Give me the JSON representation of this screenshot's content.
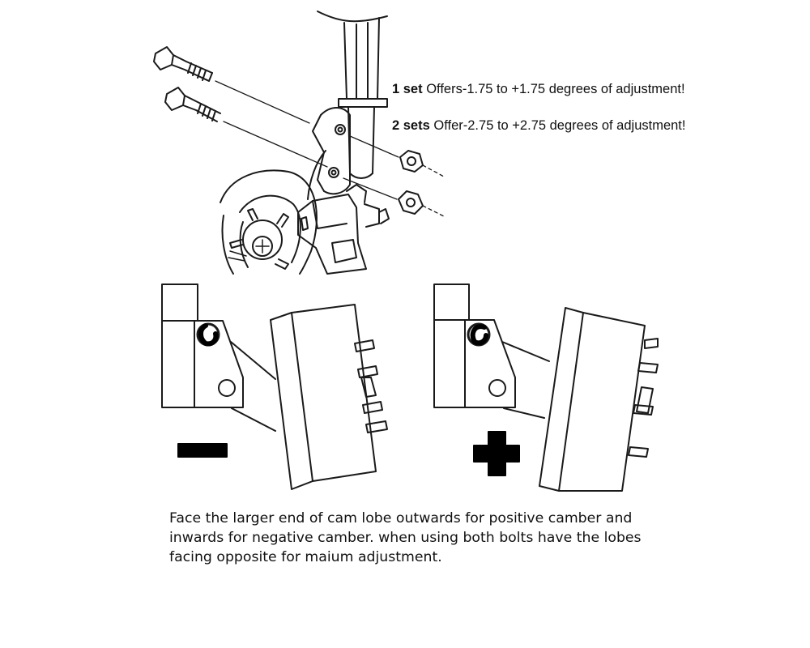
{
  "spec_lines": [
    {
      "count": "1 set",
      "text": " Offers-1.75 to +1.75 degrees of adjustment!"
    },
    {
      "count": "2 sets",
      "text": " Offer-2.75 to +2.75 degrees of adjustment!"
    }
  ],
  "caption_lines": [
    "Face the larger end of cam lobe outwards for positive camber and",
    "inwards for negative camber. when using both bolts have the lobes",
    "facing opposite for maium adjustment."
  ],
  "colors": {
    "line": "#1a1a1a",
    "background": "#ffffff"
  }
}
